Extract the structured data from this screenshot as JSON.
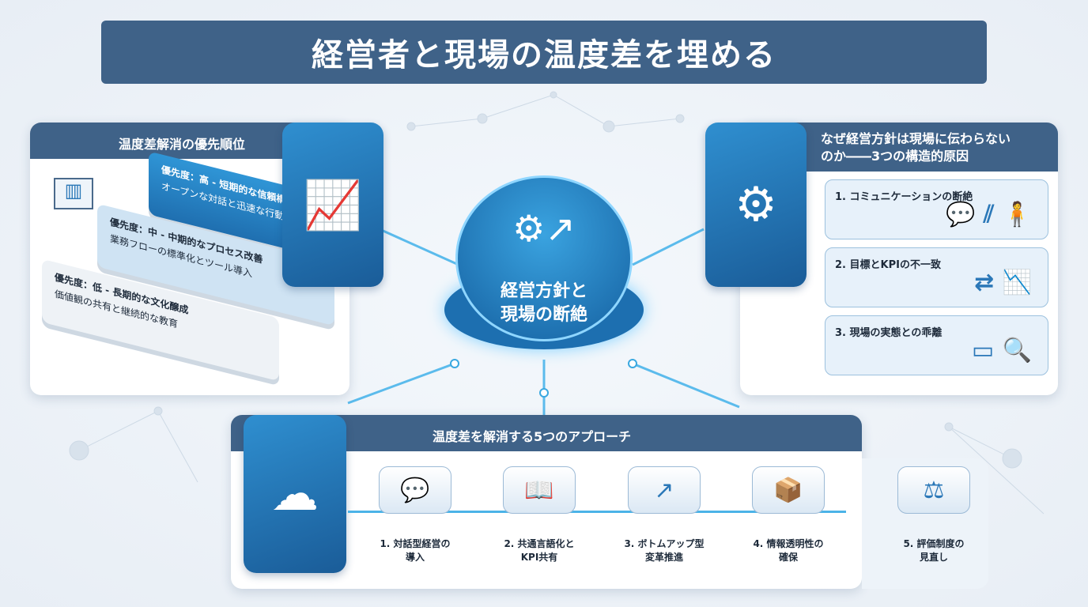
{
  "title": "経営者と現場の温度差を埋める",
  "priority_panel": {
    "heading": "温度差解消の優先順位",
    "tiers": [
      {
        "title": "優先度：高 - 短期的な信頼構築",
        "sub": "オープンな対話と迅速な行動"
      },
      {
        "title": "優先度：中 - 中期的なプロセス改善",
        "sub": "業務フローの標準化とツール導入"
      },
      {
        "title": "優先度：低 - 長期的な文化醸成",
        "sub": "価値観の共有と継続的な教育"
      }
    ]
  },
  "hub": {
    "line1": "経営方針と",
    "line2": "現場の断絶"
  },
  "causes_panel": {
    "heading_line1": "なぜ経営方針は現場に伝わらない",
    "heading_line2": "のか――3つの構造的原因",
    "items": [
      {
        "label": "1. コミュニケーションの断絶"
      },
      {
        "label": "2. 目標とKPIの不一致"
      },
      {
        "label": "3. 現場の実態との乖離"
      }
    ]
  },
  "approach_panel": {
    "heading": "温度差を解消する5つのアプローチ",
    "steps": [
      {
        "line1": "1. 対話型経営の",
        "line2": "導入"
      },
      {
        "line1": "2. 共通言語化と",
        "line2": "KPI共有"
      },
      {
        "line1": "3. ボトムアップ型",
        "line2": "変革推進"
      },
      {
        "line1": "4. 情報透明性の",
        "line2": "確保"
      },
      {
        "line1": "5. 評価制度の",
        "line2": "見直し"
      }
    ]
  }
}
